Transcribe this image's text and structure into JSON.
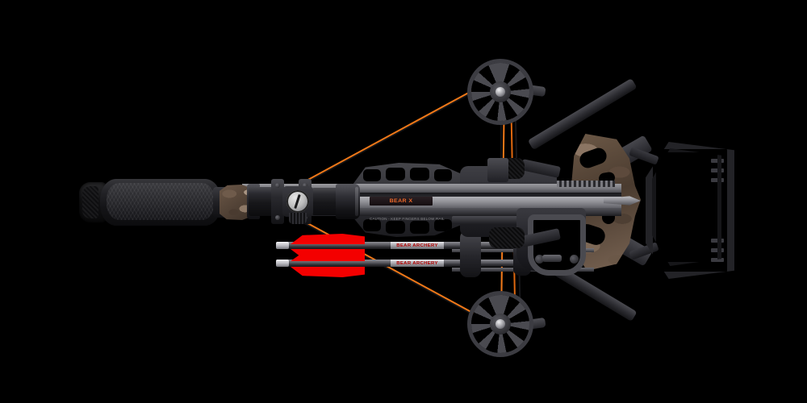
{
  "product": {
    "type": "compound-crossbow",
    "view": "top-down-plan",
    "background_color": "#000000"
  },
  "branding": {
    "rail_logo": "BEAR X",
    "arrow_logo_1": "BEAR ARCHERY",
    "arrow_logo_2": "BEAR ARCHERY",
    "caution_label": "CAUTION - KEEP FINGERS BELOW RAIL"
  },
  "colors": {
    "background": "#000000",
    "string_orange": "#f07818",
    "string_black": "#141416",
    "vane_red": "#f40000",
    "camo_light": "#a08a76",
    "camo_mid": "#6d5947",
    "camo_dark": "#4a3b2f",
    "metal_light": "#b2b2b7",
    "metal_mid": "#4a4a50",
    "metal_dark": "#161619",
    "turret_cap": "#bdbdbd",
    "nock_white": "#f2f2f4"
  },
  "components": {
    "buttpad": "Rubber butt pad",
    "cheek_rest": "Textured cheek rest stock",
    "stock_camo_wrap": "Camo stock wrap",
    "scope": "Illuminated multi-reticle scope",
    "scope_turret": "Elevation turret cap",
    "scope_ring_rear": "Rear scope ring",
    "scope_ring_front": "Front scope ring",
    "rail": "Aluminum flight rail",
    "skeleton_frame": "Skeletonized stock frame",
    "trigger_guard": "Trigger guard",
    "trigger_blade": "Trigger blade",
    "riser": "Camo machined riser",
    "limb_top": "Upper split limb",
    "limb_bottom": "Lower split limb",
    "cam_top": "Upper cam wheel",
    "cam_bottom": "Lower cam wheel",
    "string_stop_top": "Upper string stop dampener",
    "string_stop_bottom": "Lower string stop dampener",
    "bowstring": "Bowstring and cables",
    "arrow_1": "Carbon bolt with red vanes",
    "arrow_2": "Carbon bolt with red vanes",
    "quiver_bracket": "Quiver mounting bracket",
    "foot_stirrup": "Hexagonal foot stirrup",
    "picatinny_rail": "Accessory picatinny rail",
    "bolt_head": "Broadhead / field point"
  }
}
